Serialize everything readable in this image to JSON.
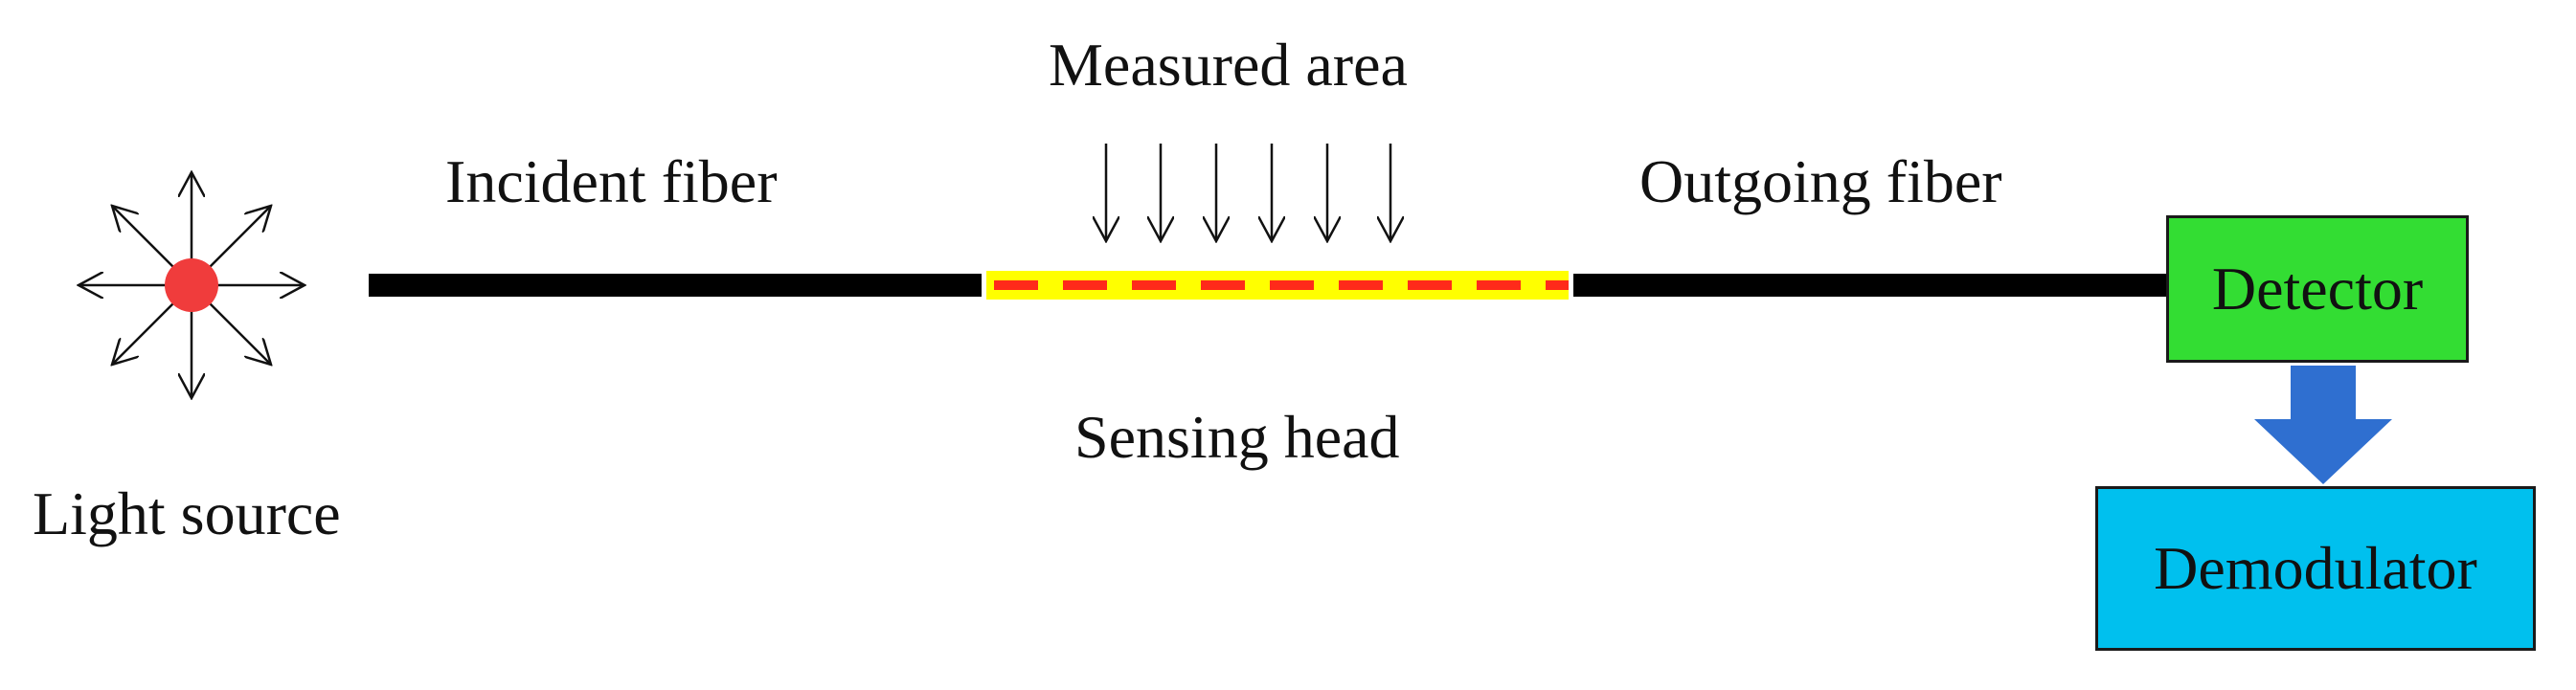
{
  "labels": {
    "measured_area": "Measured area",
    "incident_fiber": "Incident fiber",
    "outgoing_fiber": "Outgoing fiber",
    "sensing_head": "Sensing head",
    "light_source": "Light source",
    "detector": "Detector",
    "demodulator": "Demodulator"
  },
  "colors": {
    "fiber": "#000000",
    "sensing_head_base": "#ffff00",
    "sensing_head_dash": "#ff2a1a",
    "light_source_dot": "#f03c3c",
    "detector_fill": "#33dd33",
    "demodulator_fill": "#00c0ee",
    "flow_arrow": "#2f6fd0"
  },
  "icons": {
    "light_source": "radiating-point-icon",
    "measured_area_arrows": "down-arrow-icon",
    "flow": "block-arrow-down-icon"
  }
}
